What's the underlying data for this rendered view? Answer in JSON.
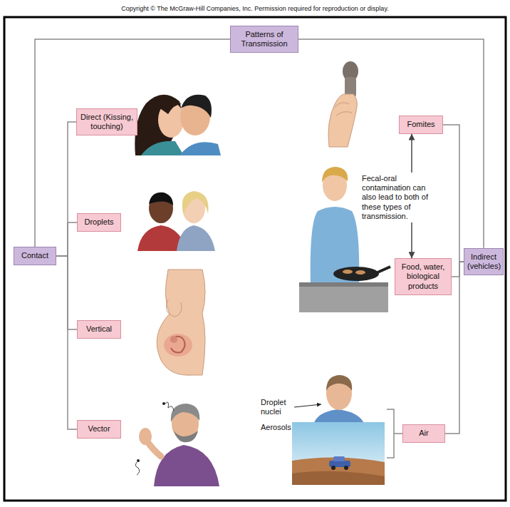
{
  "diagram": {
    "nodes": [
      {
        "text": [
          "Patterns of Transmission"
        ]
      },
      {
        "text": [
          "Contact"
        ]
      },
      {
        "text": [
          "Direct (Kissing, touching)"
        ]
      },
      {
        "text": [
          "Droplets"
        ]
      },
      {
        "text": [
          "Vertical"
        ]
      },
      {
        "text": [
          "Vector"
        ]
      },
      {
        "text": [
          "Indirect (vehicles)"
        ]
      },
      {
        "text": [
          "Fomites"
        ]
      },
      {
        "text": [
          "Food, water, biological products"
        ]
      },
      {
        "text": [
          "Air"
        ]
      }
    ],
    "edges": [
      {
        "from": 0,
        "to": 1,
        "arrow": "none"
      },
      {
        "from": 0,
        "to": 6,
        "arrow": "none"
      },
      {
        "from": 1,
        "to": 2,
        "arrow": "none"
      },
      {
        "from": 1,
        "to": 3,
        "arrow": "none"
      },
      {
        "from": 1,
        "to": 4,
        "arrow": "none"
      },
      {
        "from": 1,
        "to": 5,
        "arrow": "none"
      },
      {
        "from": 6,
        "to": 7,
        "arrow": "none"
      },
      {
        "from": 6,
        "to": 8,
        "arrow": "none"
      },
      {
        "from": 6,
        "to": 9,
        "arrow": "none"
      },
      {
        "from": 7,
        "to": 8,
        "arrow": "both",
        "label": "Fecal-oral contamination can also lead to both of these types of transmission."
      }
    ],
    "labels": [
      "Copyright © The McGraw-Hill Companies, Inc. Permission required for reproduction or display.",
      "Droplet nuclei",
      "Aerosols"
    ]
  }
}
